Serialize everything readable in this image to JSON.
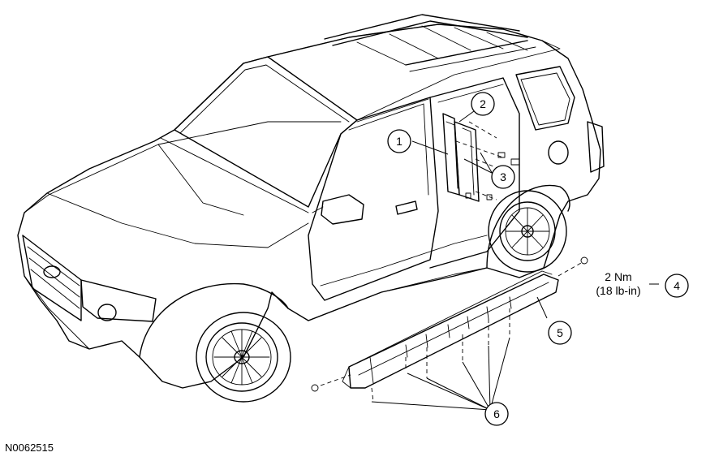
{
  "figure_id": "N0062515",
  "callouts": [
    "1",
    "2",
    "3",
    "4",
    "5",
    "6"
  ],
  "torque_spec": {
    "metric": "2 Nm",
    "imperial": "(18 lb-in)"
  }
}
